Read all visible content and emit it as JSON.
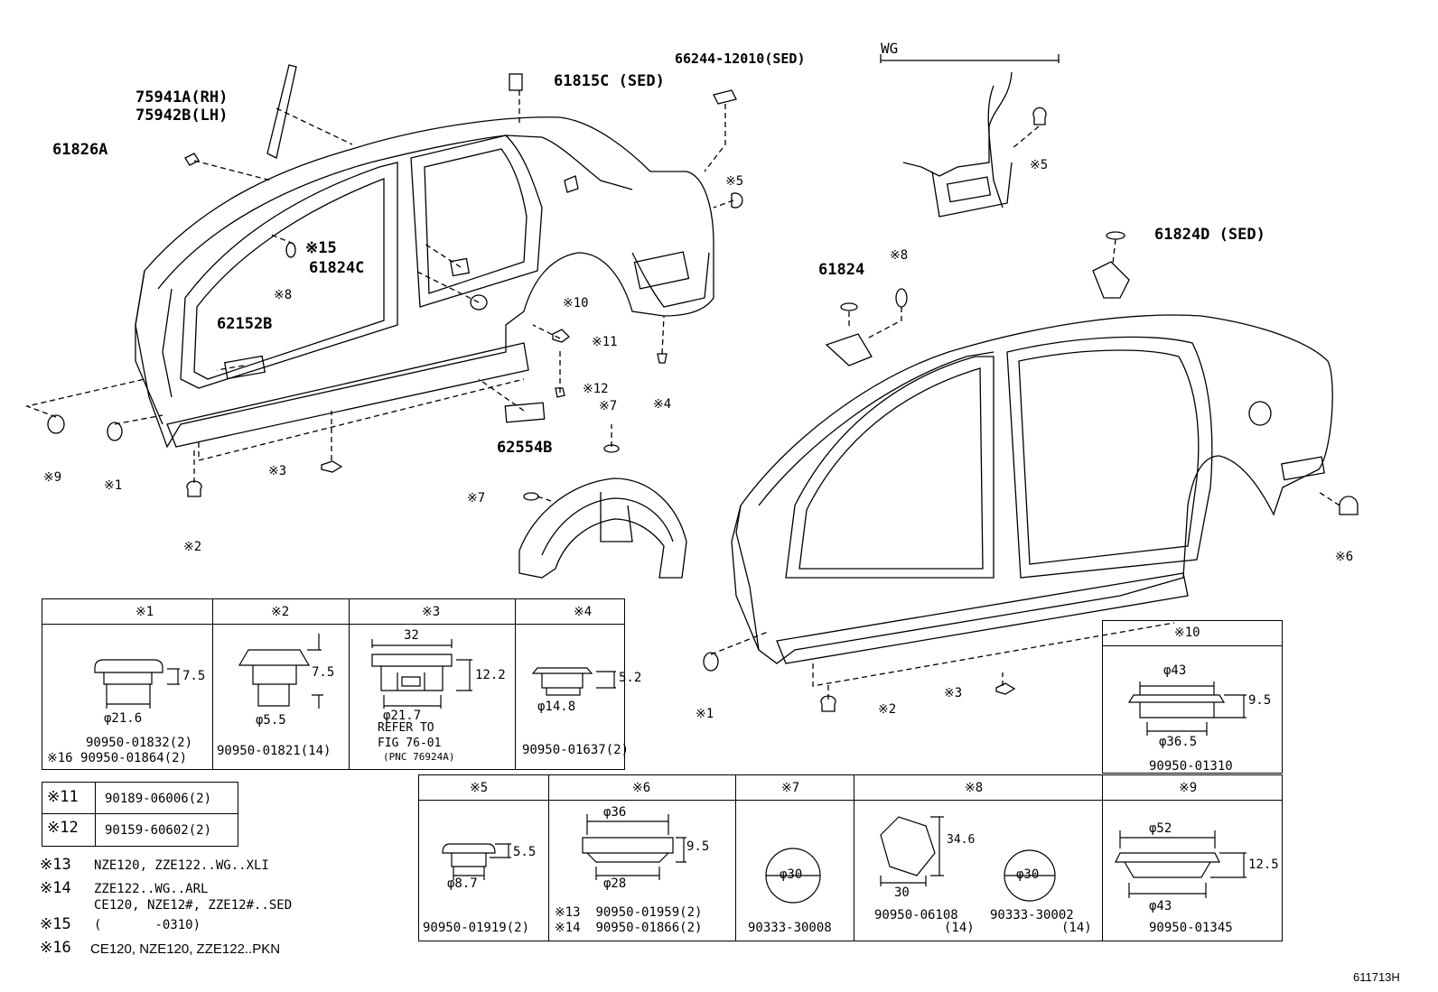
{
  "diagram_labels": {
    "p75941": "75941A(RH)",
    "p75942": "75942B(LH)",
    "p61826": "61826A",
    "p61815": "61815C (SED)",
    "p66244": "66244-12010(SED)",
    "wg": "WG",
    "p61824c": "61824C",
    "p62152": "62152B",
    "p62554": "62554B",
    "p61824": "61824",
    "p61824d": "61824D (SED)",
    "r15": "※15",
    "r8a": "※8",
    "r8b": "※8",
    "r10": "※10",
    "r11": "※11",
    "r12": "※12",
    "r5a": "※5",
    "r5b": "※5",
    "r4": "※4",
    "r7a": "※7",
    "r7b": "※7",
    "r9": "※9",
    "r1a": "※1",
    "r1b": "※1",
    "r2a": "※2",
    "r2b": "※2",
    "r3a": "※3",
    "r3b": "※3",
    "r6": "※6"
  },
  "tables": {
    "t1": {
      "h1": "※1",
      "h2": "※2",
      "h3": "※3",
      "h4": "※4",
      "d1_h": "7.5",
      "d1_d": "φ21.6",
      "p1a": "90950-01832(2)",
      "p1b": "※16 90950-01864(2)",
      "d2_h": "7.5",
      "d2_d": "φ5.5",
      "p2": "90950-01821(14)",
      "d3_w": "32",
      "d3_h": "12.2",
      "d3_d": "φ21.7",
      "ref1": "REFER TO",
      "ref2": "FIG 76-01",
      "ref3": "(PNC 76924A)",
      "d4_h": "5.2",
      "d4_d": "φ14.8",
      "p4": "90950-01637(2)"
    },
    "t10": {
      "h": "※10",
      "d_top": "φ43",
      "d_h": "9.5",
      "d_bot": "φ36.5",
      "part": "90950-01310"
    },
    "small": {
      "r11": "※11",
      "p11": "90189-06006(2)",
      "r12": "※12",
      "p12": "90159-60602(2)"
    },
    "t2": {
      "h5": "※5",
      "h6": "※6",
      "h7": "※7",
      "h8": "※8",
      "h9": "※9",
      "d5_h": "5.5",
      "d5_d": "φ8.7",
      "p5": "90950-01919(2)",
      "d6_top": "φ36",
      "d6_h": "9.5",
      "d6_bot": "φ28",
      "p6a": "※13  90950-01959(2)",
      "p6b": "※14  90950-01866(2)",
      "d7_d": "φ30",
      "p7": "90333-30008",
      "d8_h": "34.6",
      "d8_w": "30",
      "d8_d": "φ30",
      "p8a": "90950-06108",
      "p8a_q": "(14)",
      "p8b": "90333-30002",
      "p8b_q": "(14)",
      "d9_top": "φ52",
      "d9_h": "12.5",
      "d9_bot": "φ43",
      "p9": "90950-01345"
    }
  },
  "notes": [
    {
      "ref": "※13",
      "text": "NZE120, ZZE122..WG..XLI"
    },
    {
      "ref": "※14",
      "text": "ZZE122..WG..ARL"
    },
    {
      "ref": "",
      "text": "CE120, NZE12#, ZZE12#..SED"
    },
    {
      "ref": "※15",
      "text": "(       -0310)"
    },
    {
      "ref": "※16",
      "text": "CE120, NZE120, ZZE122..PKN"
    }
  ],
  "figure_number": "611713H"
}
